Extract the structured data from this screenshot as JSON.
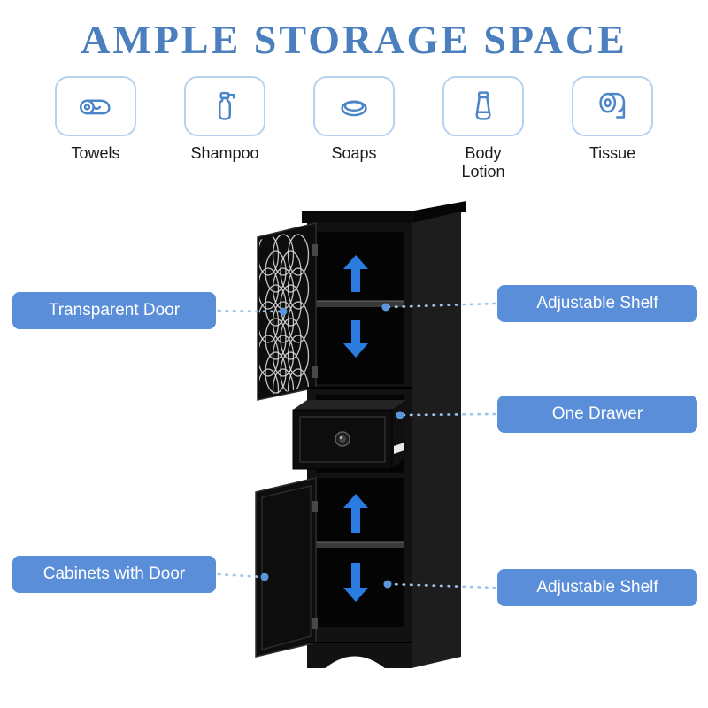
{
  "title": "AMPLE STORAGE SPACE",
  "features": [
    {
      "label": "Towels",
      "icon": "towel-icon"
    },
    {
      "label": "Shampoo",
      "icon": "shampoo-bottle-icon"
    },
    {
      "label": "Soaps",
      "icon": "soap-bar-icon"
    },
    {
      "label": "Body Lotion",
      "icon": "lotion-tube-icon"
    },
    {
      "label": "Tissue",
      "icon": "tissue-roll-icon"
    }
  ],
  "callouts": {
    "transparent_door": "Transparent Door",
    "adjustable_shelf_top": "Adjustable Shelf",
    "one_drawer": "One Drawer",
    "cabinets_with_door": "Cabinets with Door",
    "adjustable_shelf_bottom": "Adjustable Shelf"
  },
  "diagram": {
    "subject": "tall black bathroom storage cabinet with open doors and pulled-out drawer",
    "icons": [
      "up-arrow-icon",
      "down-arrow-icon"
    ]
  },
  "colors": {
    "title_blue": "#4c7fbe",
    "callout_blue": "#5a8ed9",
    "icon_stroke_blue": "#4a86c8",
    "card_border_blue": "#b5d2ee",
    "arrow_blue": "#2a7ce0",
    "connector_blue": "#9cc3ec",
    "dot_blue": "#5b96dd",
    "cabinet_black": "#121212"
  }
}
